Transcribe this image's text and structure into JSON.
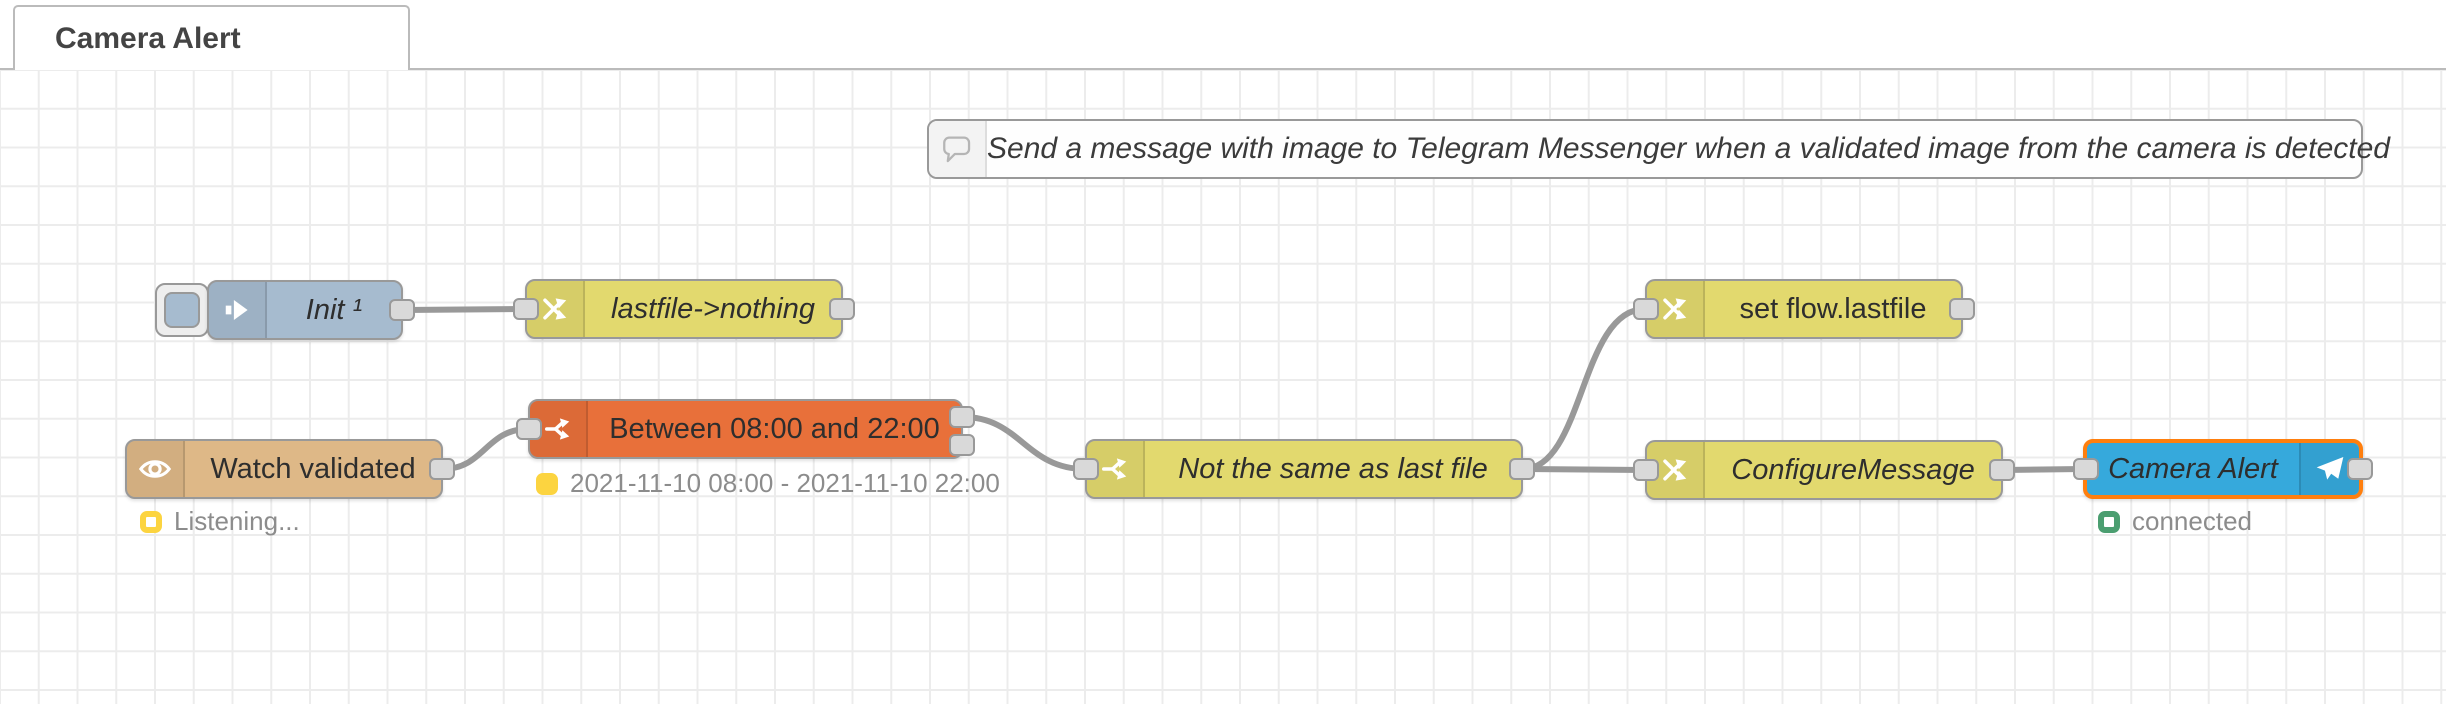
{
  "tab": {
    "label": "Camera Alert"
  },
  "comment": {
    "label": "Send a message with image to Telegram Messenger when a validated image from the camera is detected"
  },
  "nodes": {
    "init": {
      "label": "Init ¹",
      "type": "inject"
    },
    "lastfile_change": {
      "label": "lastfile->nothing",
      "type": "change"
    },
    "watch": {
      "label": "Watch validated",
      "type": "watch",
      "status": "Listening..."
    },
    "between": {
      "label": "Between 08:00 and 22:00",
      "type": "time-range",
      "status": "2021-11-10 08:00 - 2021-11-10 22:00"
    },
    "not_same": {
      "label": "Not the same as last file",
      "type": "switch"
    },
    "set_lastfile": {
      "label": "set flow.lastfile",
      "type": "change"
    },
    "configure_message": {
      "label": "ConfigureMessage",
      "type": "change"
    },
    "telegram": {
      "label": "Camera Alert",
      "type": "telegram-sender",
      "status": "connected",
      "selected": true
    }
  },
  "icons": {
    "inject": "inject-arrow-icon",
    "change": "shuffle-arrows-icon",
    "switch": "fork-arrows-icon",
    "watch": "eye-icon",
    "telegram": "paper-plane-icon",
    "comment": "speech-bubble-icon"
  },
  "colors": {
    "inject_node": "#a6bbcf",
    "change_node": "#e2d96e",
    "watch_node": "#deb887",
    "time_range_node": "#e8703a",
    "telegram_node": "#36a9dc",
    "selection_border": "#ff7f0e",
    "wire": "#999999",
    "status_yellow": "#fcd440",
    "status_green": "#4b9e70",
    "status_text": "#8c8c8c",
    "grid_line": "#ececec"
  }
}
